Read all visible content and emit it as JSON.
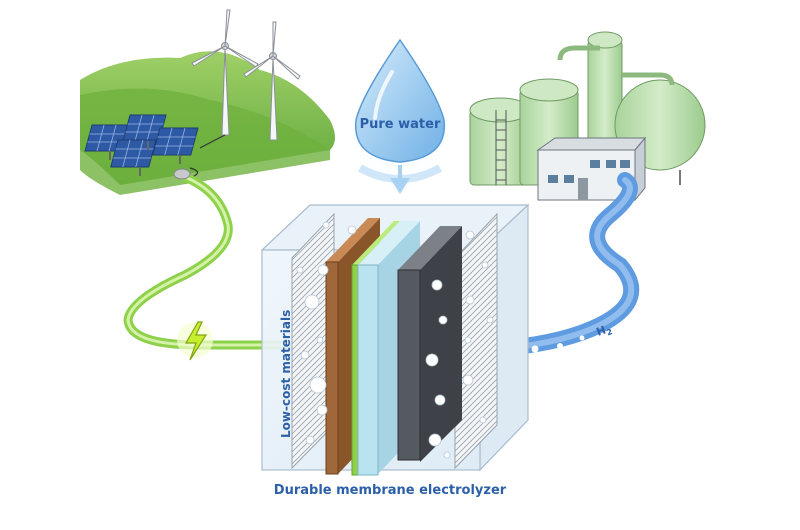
{
  "labels": {
    "pure_water": "Pure water",
    "low_cost_materials": "Low-cost materials",
    "electrolyzer": "Durable membrane electrolyzer",
    "hydrogen_prefix": "H",
    "hydrogen_subscript": "2"
  },
  "colors": {
    "label_text": "#2b5fa8",
    "power_cable": "#8ed14b",
    "hydrogen_pipe": "#5f9be0",
    "hills": "#7dbb4a",
    "storage_tanks": "#b9dcae",
    "anode_plate": "#a0683a",
    "membrane": "#8fd24a",
    "catalyst_layer": "#b9e3ee",
    "cathode_plate": "#555a60",
    "water_drop": "#8fc4ef",
    "lightning": "#c7ee2c"
  },
  "icons": [
    "wind-turbine-icon",
    "solar-panel-icon",
    "water-drop-icon",
    "lightning-icon",
    "storage-tank-icon",
    "factory-icon"
  ]
}
